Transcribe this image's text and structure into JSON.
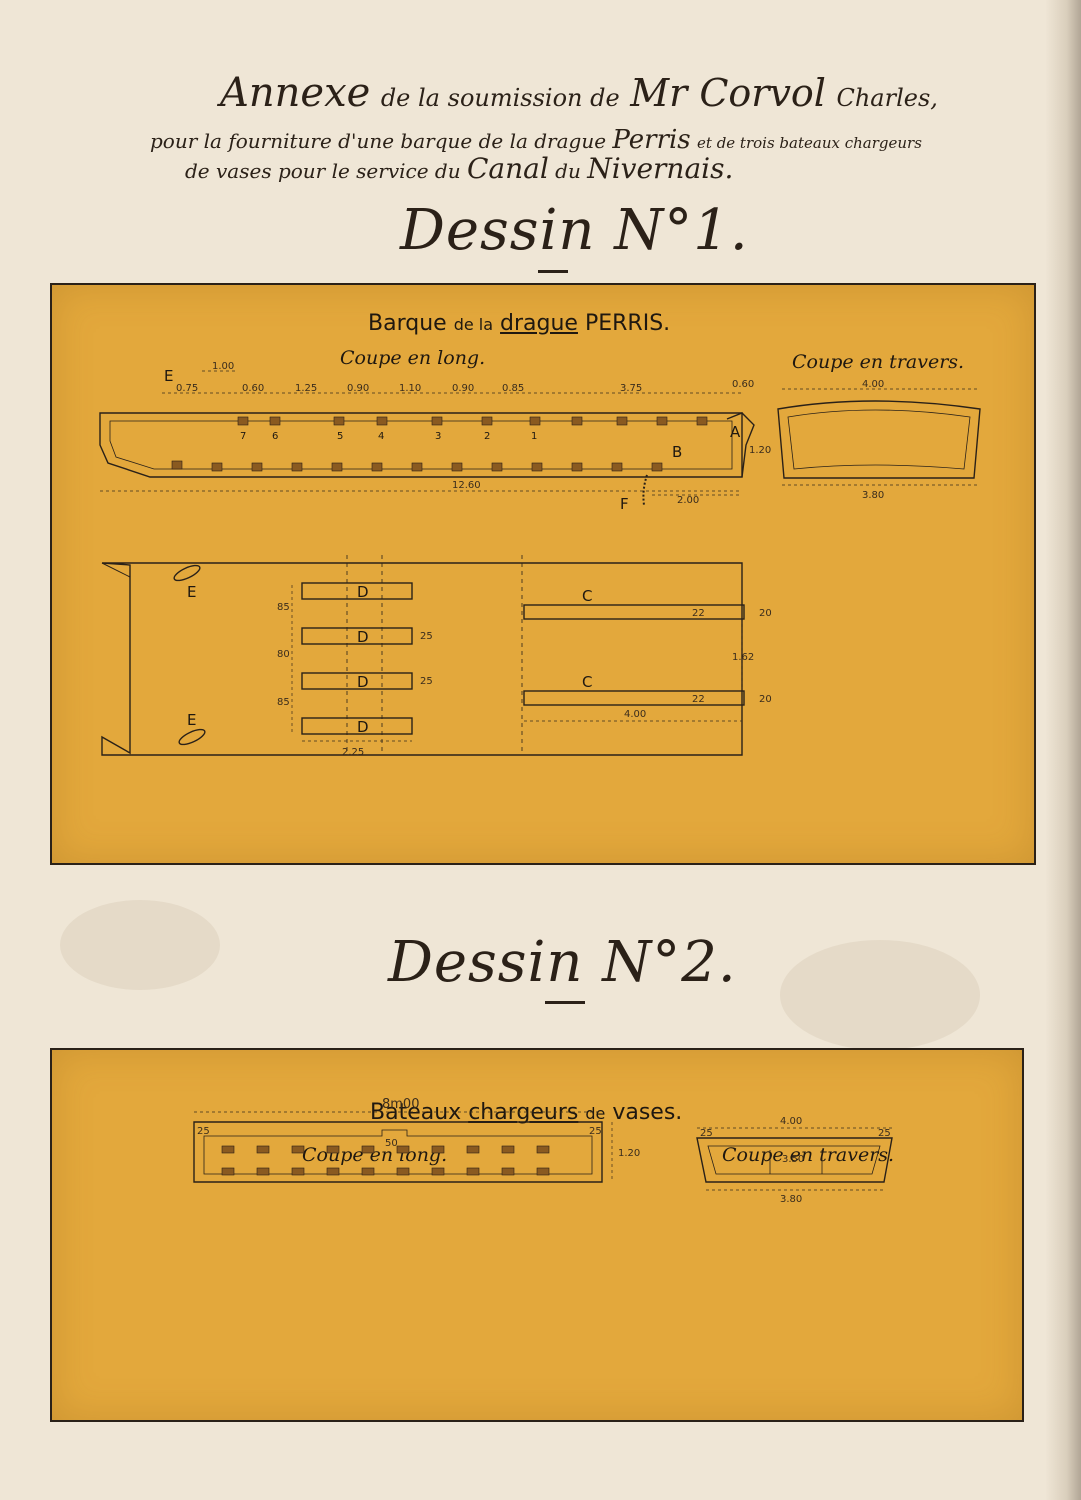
{
  "header": {
    "line1_annexe": "Annexe",
    "line1_middle": "de la soumission de",
    "line1_name": "Mr Corvol",
    "line1_first": "Charles,",
    "line2_start": "pour la fourniture d'une barque de la drague",
    "line2_perris": "Perris",
    "line2_end": "et de trois bateaux chargeurs",
    "line3_start": "de vases pour le service du",
    "line3_canal": "Canal",
    "line3_du": "du",
    "line3_nivernais": "Nivernais."
  },
  "dessin1": {
    "title": "Dessin N°1.",
    "panel_title_a": "Barque",
    "panel_title_b": "de la",
    "panel_title_c": "drague",
    "panel_title_d": "PERRIS.",
    "coupe_long": "Coupe en long.",
    "coupe_travers": "Coupe en travers.",
    "dims_top": [
      "1.00",
      "0.75",
      "0.60",
      "1.25",
      "0.90",
      "1.10",
      "0.90",
      "0.85",
      "3.75",
      "0.60"
    ],
    "rib_numbers": [
      "7",
      "6",
      "5",
      "4",
      "3",
      "2",
      "1"
    ],
    "letters": {
      "a": "A",
      "b": "B",
      "c": "C",
      "d": "D",
      "e": "E",
      "f": "F"
    },
    "dim_length": "12.60",
    "dim_stern": "2.00",
    "dim_height": "1.20",
    "dim_cross_top": "4.00",
    "dim_cross_bottom": "3.80",
    "plan_dims_left": [
      "85",
      "80",
      "85"
    ],
    "plan_dim_225": "2.25",
    "plan_dim_25": "25",
    "plan_dim_22": "22",
    "plan_dim_20": "20",
    "plan_dim_162": "1.62",
    "plan_dim_400": "4.00"
  },
  "dessin2": {
    "title": "Dessin N°2.",
    "panel_title_a": "Bateaux",
    "panel_title_b": "chargeurs",
    "panel_title_c": "de",
    "panel_title_d": "vases.",
    "coupe_long": "Coupe en long.",
    "coupe_travers": "Coupe en travers.",
    "dim_length": "8m00",
    "dim_25": "25",
    "dim_50": "50",
    "dim_height": "1.20",
    "dim_cross_top": "4.00",
    "dim_cross_mid": "3.50",
    "dim_cross_bottom": "3.80"
  }
}
